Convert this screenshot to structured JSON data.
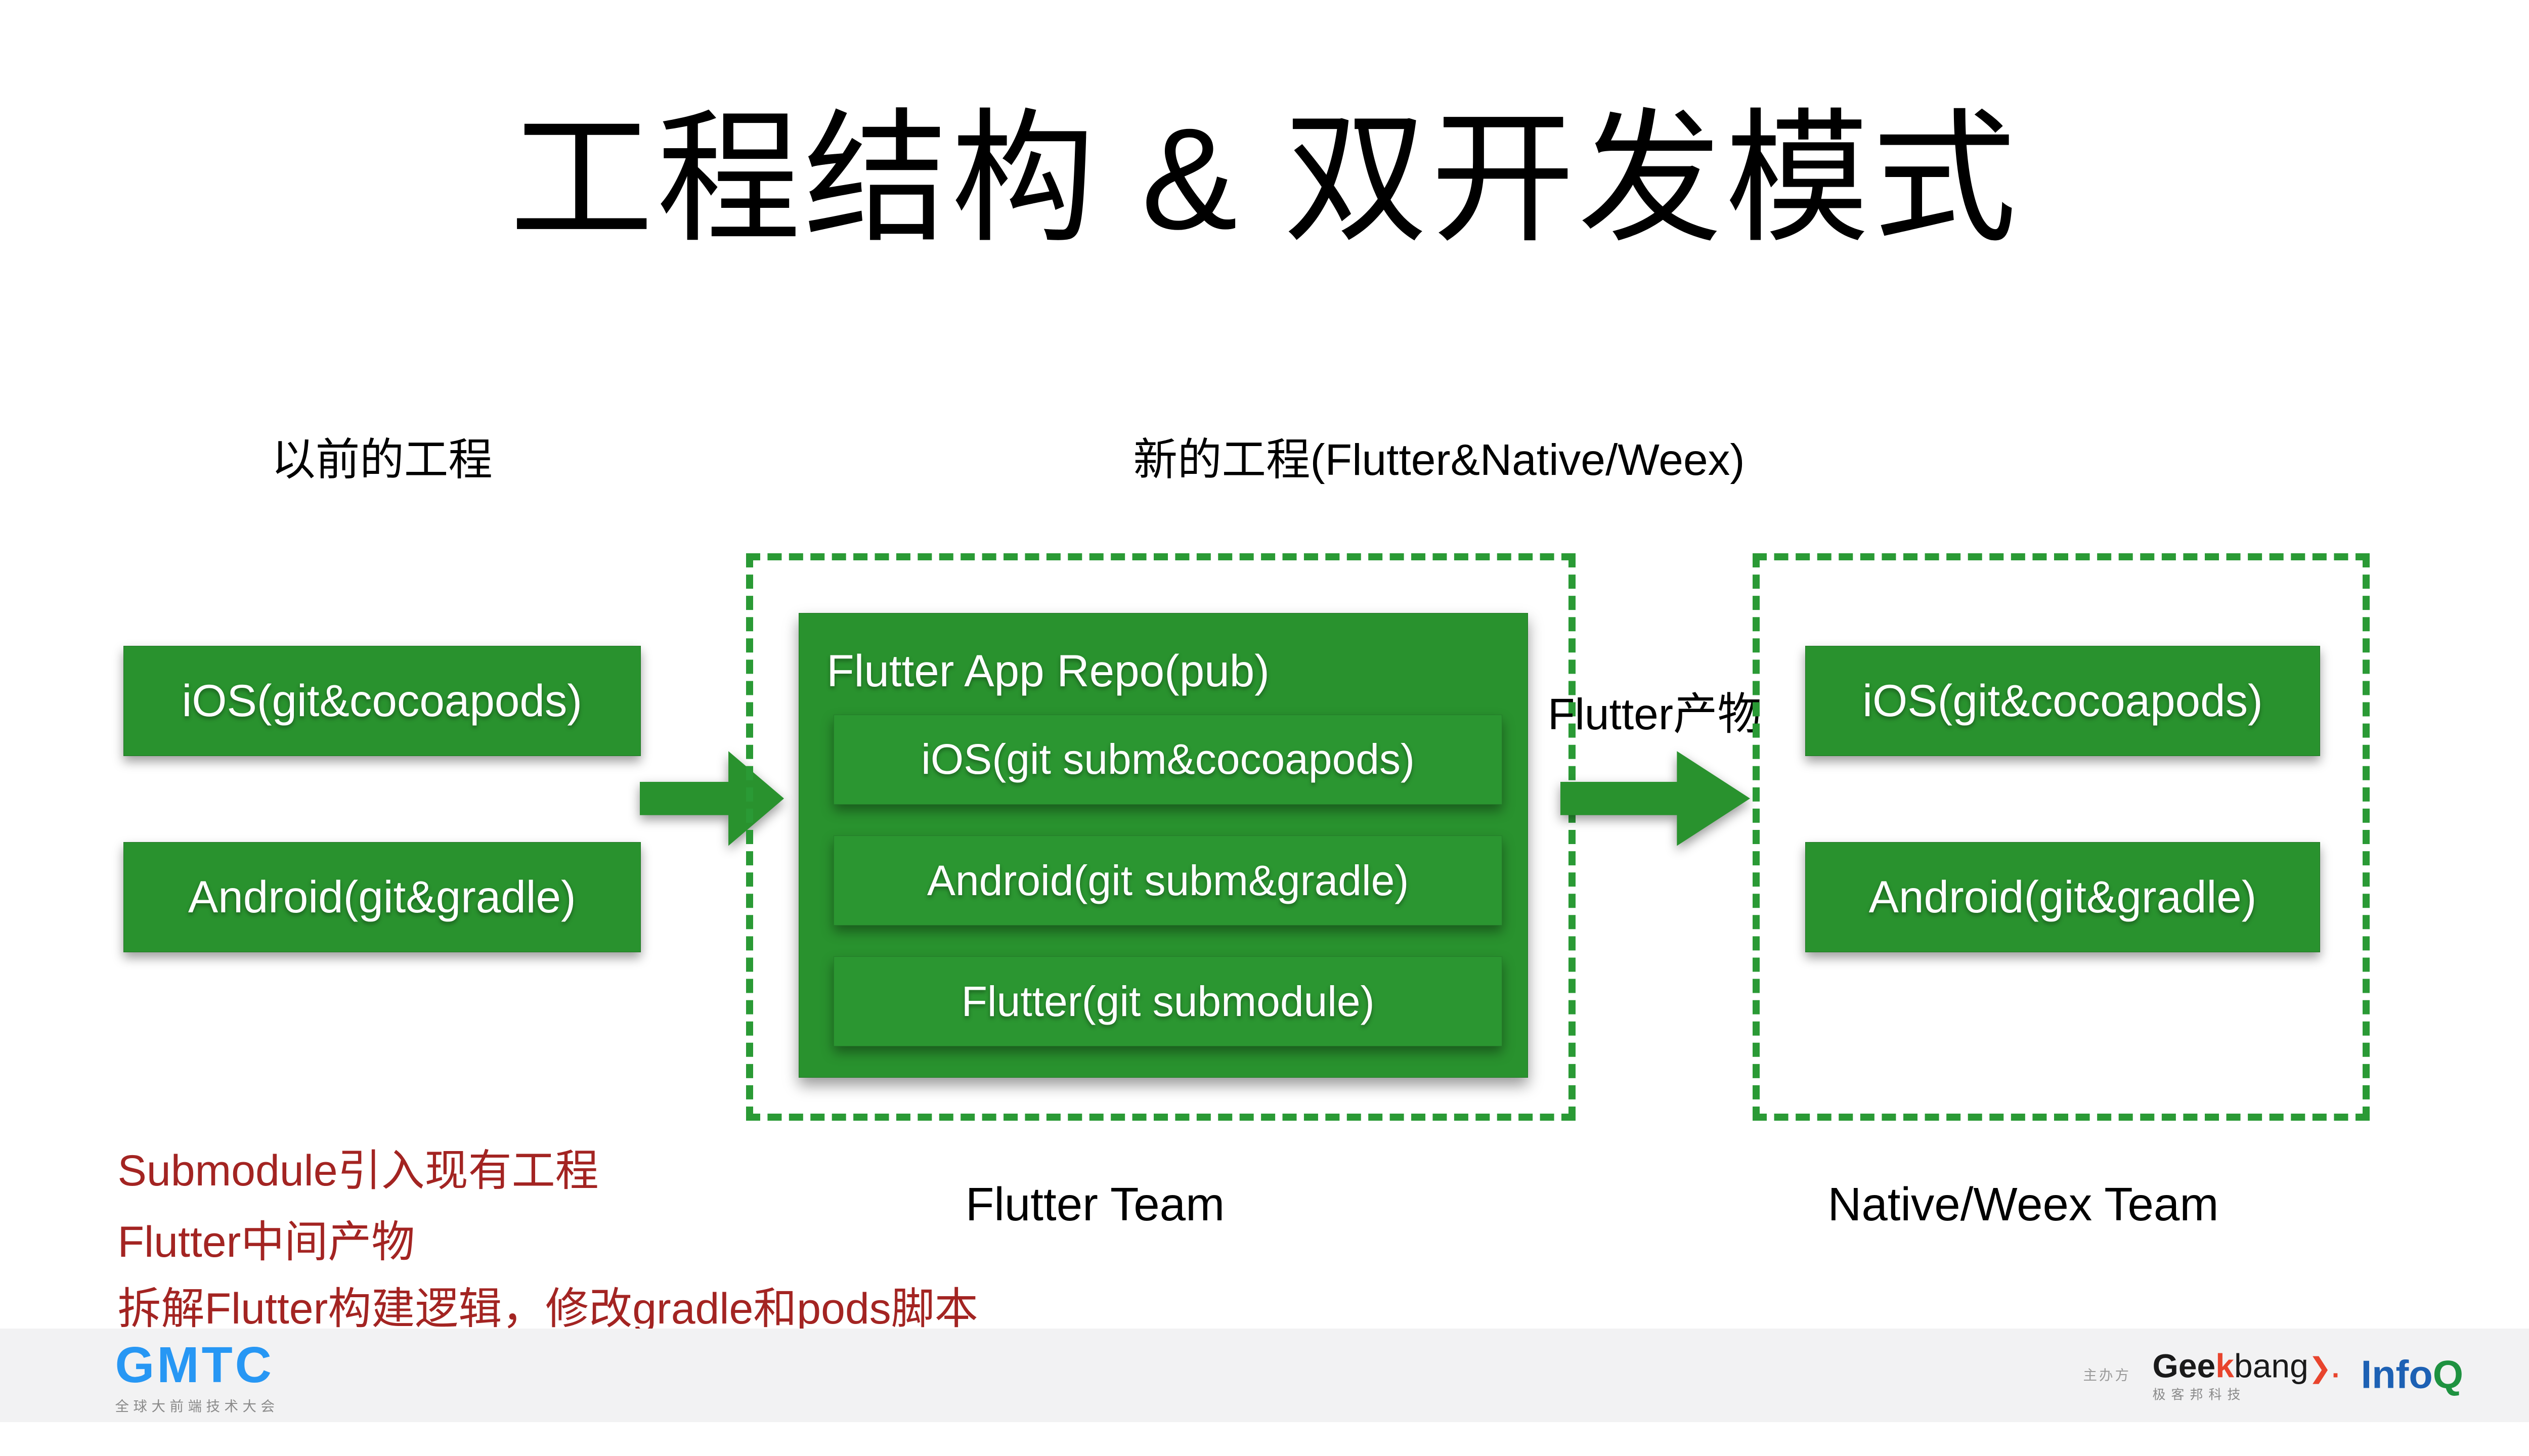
{
  "title": "工程结构 & 双开发模式",
  "old_section": {
    "heading": "以前的工程",
    "box1": "iOS(git&cocoapods)",
    "box2": "Android(git&gradle)"
  },
  "new_section": {
    "heading": "新的工程(Flutter&Native/Weex)",
    "repo_title": "Flutter App Repo(pub)",
    "inner1": "iOS(git subm&cocoapods)",
    "inner2": "Android(git subm&gradle)",
    "inner3": "Flutter(git submodule)",
    "team": "Flutter Team"
  },
  "native_section": {
    "box1": "iOS(git&cocoapods)",
    "box2": "Android(git&gradle)",
    "team": "Native/Weex Team"
  },
  "arrow_label": "Flutter产物",
  "notes": {
    "line1": "Submodule引入现有工程",
    "line2": "Flutter中间产物",
    "line3": "拆解Flutter构建逻辑，修改gradle和pods脚本"
  },
  "footer": {
    "gmtc_logo": "GMTC",
    "gmtc_tagline": "全球大前端技术大会",
    "host_label": "主办方",
    "geekbang_gee": "Gee",
    "geekbang_k": "k",
    "geekbang_bang": "bang",
    "geekbang_arrow": "❯.",
    "geekbang_sub": "极客邦科技",
    "infoq_info": "Info",
    "infoq_q": "Q"
  },
  "colors": {
    "box_green": "#29922e",
    "dash_green": "#2a9a35",
    "note_red": "#a32422",
    "gmtc_blue": "#2797f4",
    "geekbang_red": "#e8442d",
    "infoq_blue": "#1d61b4",
    "infoq_green": "#1e9240",
    "footer_bg": "#f2f2f3"
  }
}
